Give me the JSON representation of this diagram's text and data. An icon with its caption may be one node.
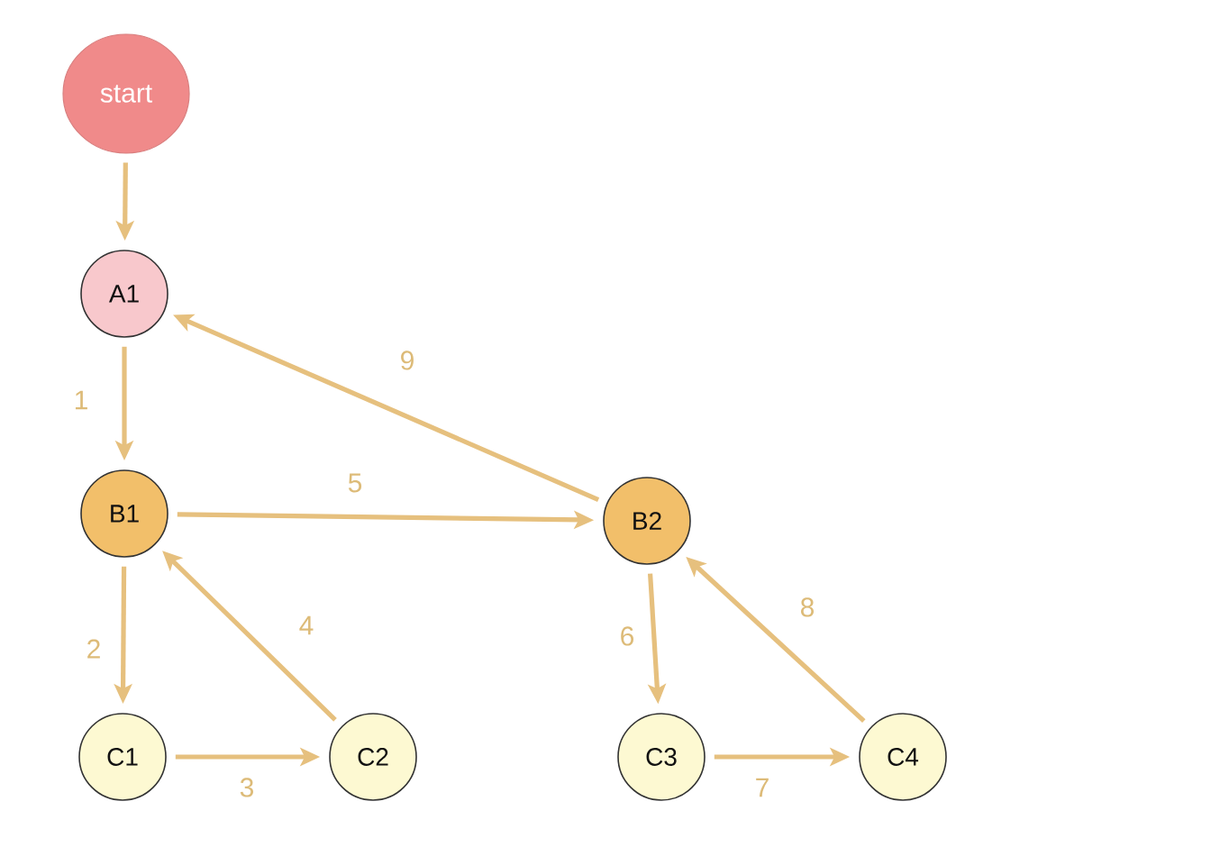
{
  "diagram": {
    "nodes": [
      {
        "text": [
          "start"
        ]
      },
      {
        "text": [
          "A1"
        ]
      },
      {
        "text": [
          "B1"
        ]
      },
      {
        "text": [
          "B2"
        ]
      },
      {
        "text": [
          "C1"
        ]
      },
      {
        "text": [
          "C2"
        ]
      },
      {
        "text": [
          "C3"
        ]
      },
      {
        "text": [
          "C4"
        ]
      }
    ],
    "edges": [
      {
        "from": 0,
        "to": 1,
        "arrow": "to"
      },
      {
        "from": 1,
        "to": 2,
        "arrow": "to",
        "label": "1"
      },
      {
        "from": 2,
        "to": 4,
        "arrow": "to",
        "label": "2"
      },
      {
        "from": 4,
        "to": 5,
        "arrow": "to",
        "label": "3"
      },
      {
        "from": 5,
        "to": 2,
        "arrow": "to",
        "label": "4"
      },
      {
        "from": 2,
        "to": 3,
        "arrow": "to",
        "label": "5"
      },
      {
        "from": 3,
        "to": 6,
        "arrow": "to",
        "label": "6"
      },
      {
        "from": 6,
        "to": 7,
        "arrow": "to",
        "label": "7"
      },
      {
        "from": 7,
        "to": 3,
        "arrow": "to",
        "label": "8"
      },
      {
        "from": 3,
        "to": 1,
        "arrow": "to",
        "label": "9"
      }
    ]
  }
}
